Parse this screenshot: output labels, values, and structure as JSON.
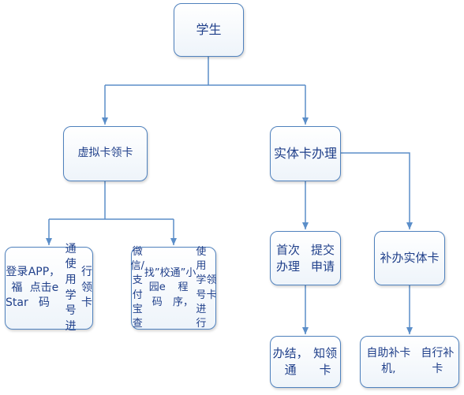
{
  "nodes": {
    "student": "学生",
    "virtual_card": "虚拟卡领卡",
    "physical_card": "实体卡\n办理",
    "app_claim": "登录福Star\nAPP，点击e码\n通使用学号进\n行领卡",
    "wechat_claim": "微信/支付宝查\n找”校园e码\n通”小程序，\n使用学号进行\n领卡",
    "first_apply": "首次办理\n提交申请",
    "reissue": "补办\n实体卡",
    "done_notify": "办结，通\n知领卡",
    "self_reissue": "自助补卡机,\n自行补卡"
  },
  "colors": {
    "border": "#4f81bd",
    "connector": "#5b8ec9",
    "text": "#1f3f8a"
  }
}
